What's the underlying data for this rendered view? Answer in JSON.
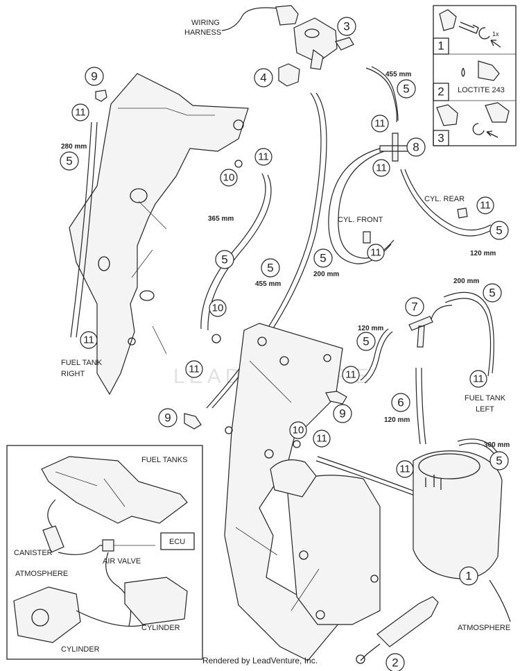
{
  "labels": {
    "wiring_harness_1": "WIRING",
    "wiring_harness_2": "HARNESS",
    "fuel_tank_right_1": "FUEL TANK",
    "fuel_tank_right_2": "RIGHT",
    "fuel_tank_left_1": "FUEL TANK",
    "fuel_tank_left_2": "LEFT",
    "cyl_front": "CYL. FRONT",
    "cyl_rear": "CYL. REAR",
    "atmosphere": "ATMOSPHERE",
    "loctite": "LOCTITE 243",
    "torque_1x": "1x",
    "watermark": "LEADVENTURE"
  },
  "dimensions": {
    "d455_top": "455 mm",
    "d280": "280 mm",
    "d365": "365 mm",
    "d455_mid": "455 mm",
    "d200_front": "200 mm",
    "d120_rear": "120 mm",
    "d200_left": "200 mm",
    "d120_mid": "120 mm",
    "d120_six": "120 mm",
    "d300": "300 mm"
  },
  "callouts": {
    "c1": "1",
    "c2": "2",
    "c3": "3",
    "c4": "4",
    "c5": "5",
    "c6": "6",
    "c7": "7",
    "c8": "8",
    "c9": "9",
    "c10": "10",
    "c11": "11"
  },
  "steps": {
    "s1": "1",
    "s2": "2",
    "s3": "3"
  },
  "inset": {
    "fuel_tanks": "FUEL TANKS",
    "ecu": "ECU",
    "canister": "CANISTER",
    "air_valve": "AIR VALVE",
    "atmosphere": "ATMOSPHERE",
    "cylinder_1": "CYLINDER",
    "cylinder_2": "CYLINDER"
  },
  "credit": "Rendered by LeadVenture, Inc."
}
